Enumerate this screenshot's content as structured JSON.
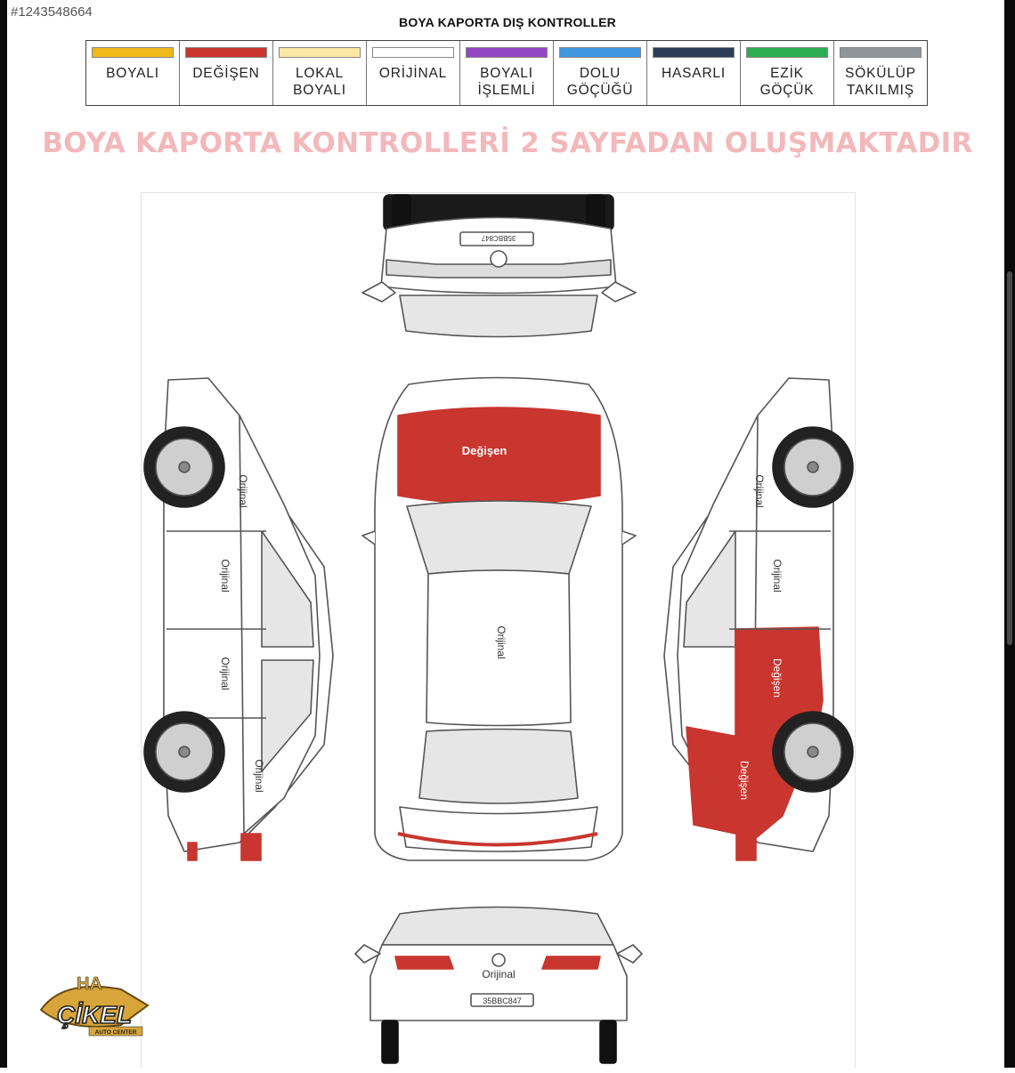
{
  "listing_id": "#1243548664",
  "title": "BOYA KAPORTA DIŞ KONTROLLER",
  "legend": [
    {
      "label": "BOYALI",
      "color": "#f0b91a"
    },
    {
      "label": "DEĞİŞEN",
      "color": "#c8362f"
    },
    {
      "label": "LOKAL\nBOYALI",
      "color": "#fbe8a6"
    },
    {
      "label": "ORİJİNAL",
      "color": "#ffffff"
    },
    {
      "label": "BOYALI\nİŞLEMLİ",
      "color": "#9147c4"
    },
    {
      "label": "DOLU\nGÖÇÜĞÜ",
      "color": "#3f95e0"
    },
    {
      "label": "HASARLI",
      "color": "#2c3e57"
    },
    {
      "label": "EZİK\nGÖÇÜK",
      "color": "#2eae52"
    },
    {
      "label": "SÖKÜLÜP\nTAKILMIŞ",
      "color": "#8e969c"
    }
  ],
  "banner": "BOYA KAPORTA KONTROLLERİ 2 SAYFADAN OLUŞMAKTADIR",
  "panels": {
    "hood": "Değişen",
    "roof": "Orijinal",
    "left_front_fender": "Orijinal",
    "left_front_door": "Orijinal",
    "left_rear_door": "Orijinal",
    "left_rear_fender": "Orijinal",
    "right_front_fender": "Orijinal",
    "right_front_door": "Orijinal",
    "right_rear_door": "Değişen",
    "right_rear_fender": "Değişen",
    "trunk": "Orijinal"
  },
  "plates": {
    "front": "35BBC847",
    "rear": "35BBC847"
  },
  "logo": {
    "initials": "HA",
    "name": "ÇİKEL",
    "tagline": "AUTO CENTER"
  },
  "colors": {
    "changed_panel": "#c8362f",
    "body_outline": "#555555",
    "glass": "#e6e6e6"
  }
}
